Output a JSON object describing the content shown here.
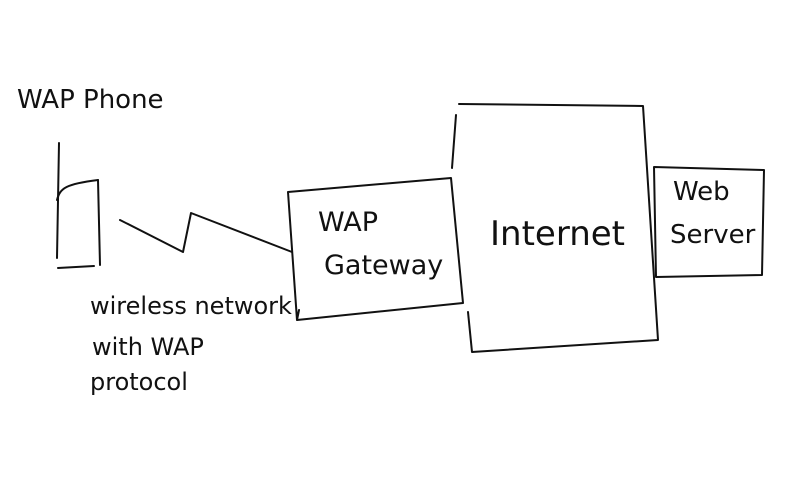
{
  "colors": {
    "ink": "#111111",
    "background": "#ffffff"
  },
  "diagram": {
    "phone_label": "WAP Phone",
    "gateway_label": [
      "WAP",
      "Gateway"
    ],
    "internet_label": "Internet",
    "server_label": [
      "Web",
      "Server"
    ],
    "link_label": [
      "wireless network",
      "with WAP",
      "protocol"
    ]
  }
}
